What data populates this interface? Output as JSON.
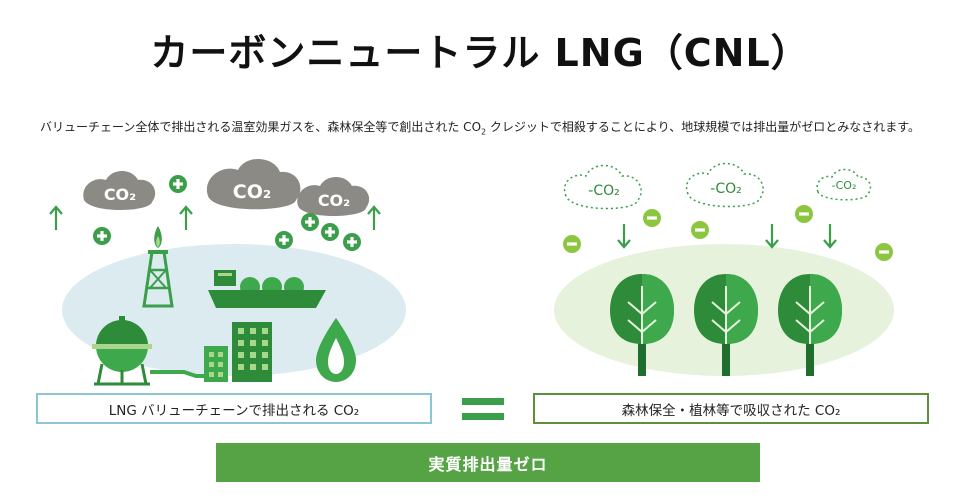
{
  "title": "カーボンニュートラル LNG（CNL）",
  "description": {
    "before": "バリューチェーン全体で排出される温室効果ガスを、森林保全等で創出された CO",
    "sub": "2",
    "after": " クレジットで相殺することにより、地球規模では排出量がゼロとみなされます。"
  },
  "left_panel": {
    "clouds": [
      "CO₂",
      "CO₂",
      "CO₂"
    ],
    "label": "LNG バリューチェーンで排出される CO₂"
  },
  "right_panel": {
    "clouds": [
      "-CO₂",
      "-CO₂",
      "-CO₂"
    ],
    "label": "森林保全・植林等で吸収された CO₂"
  },
  "result": "実質排出量ゼロ",
  "colors": {
    "green_dark": "#2e8b3a",
    "green_mid": "#55a345",
    "green_light": "#a8d68a",
    "blue_ellipse": "#dcebf0",
    "green_ellipse": "#e6f2dc",
    "cloud_gray": "#8c8a84",
    "left_border": "#8fc4d4",
    "right_border": "#5e8f3a"
  },
  "icons": [
    "plus-icon",
    "minus-icon",
    "up-arrow-icon",
    "down-arrow-icon",
    "tree-icon",
    "gas-tank-icon",
    "lng-ship-icon",
    "oil-rig-icon",
    "buildings-icon",
    "drop-icon"
  ]
}
